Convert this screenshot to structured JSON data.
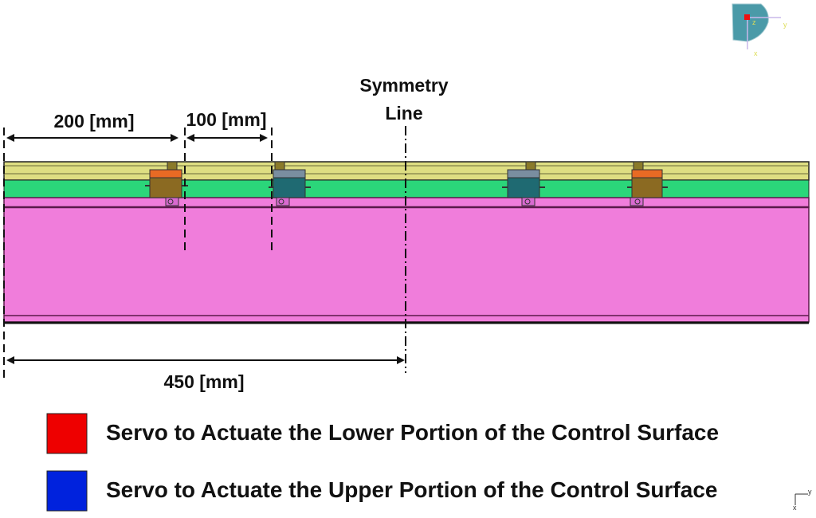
{
  "annotations": {
    "symmetry_line": [
      "Symmetry",
      "Line"
    ],
    "dim_200": "200 [mm]",
    "dim_100": "100 [mm]",
    "dim_450": "450 [mm]"
  },
  "legend": [
    {
      "label": "Servo to Actuate the Lower Portion of the Control Surface",
      "color": "#ee0000"
    },
    {
      "label": "Servo to Actuate the Upper Portion of the Control Surface",
      "color": "#0022dd"
    }
  ],
  "orientation": {
    "triad_labels": {
      "z": "z",
      "y": "y",
      "x": "x"
    },
    "corner_labels": {
      "y": "y",
      "x": "x"
    }
  },
  "colors": {
    "top_strip": "#dede82",
    "mid_band": "#2bd67a",
    "body": "#f07ddb",
    "servo_lower": "#ee0000",
    "servo_upper": "#0022dd",
    "triad": "#4a9aa8"
  }
}
